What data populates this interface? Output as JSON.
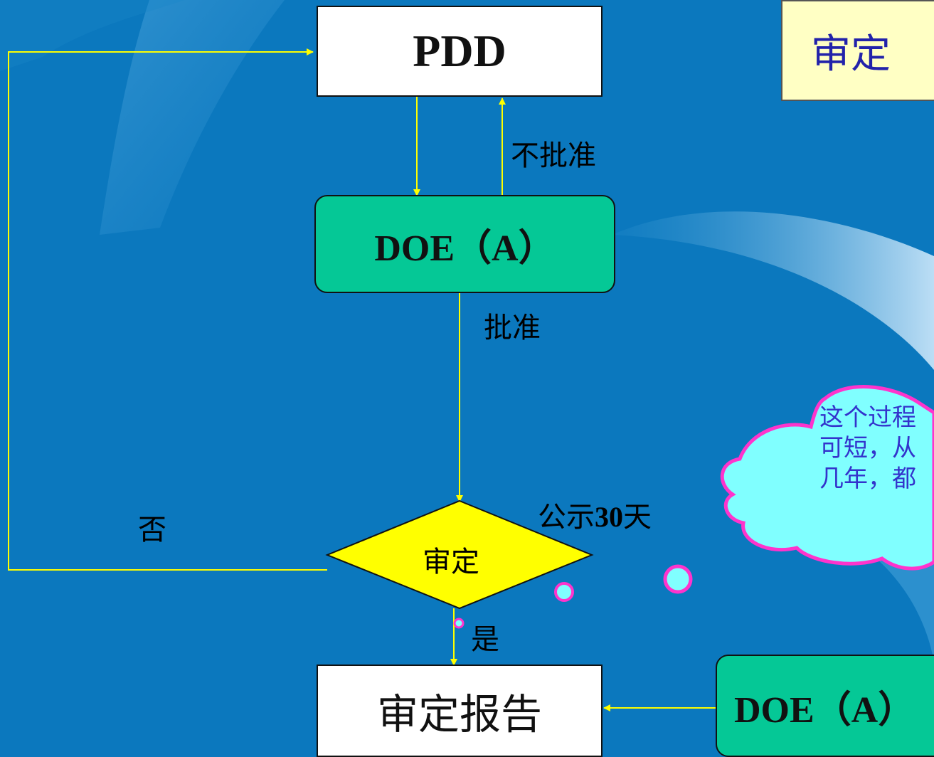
{
  "title": "审定",
  "nodes": {
    "pdd": "PDD",
    "doe_top": "DOE（A）",
    "decision": "审定",
    "report": "审定报告",
    "doe_bottom": "DOE（A）"
  },
  "edge_labels": {
    "reject": "不批准",
    "approve": "批准",
    "no": "否",
    "publicity_prefix": "公示",
    "publicity_days": "30",
    "publicity_suffix": "天",
    "yes": "是"
  },
  "cloud_lines": [
    "这个过程",
    "可短，从",
    "几年，都"
  ],
  "colors": {
    "background": "#0b78be",
    "arrow": "#ffff00",
    "green_box": "#05c896",
    "decision": "#ffff00",
    "cloud_fill": "#80ffff",
    "cloud_stroke": "#ff33cc"
  }
}
